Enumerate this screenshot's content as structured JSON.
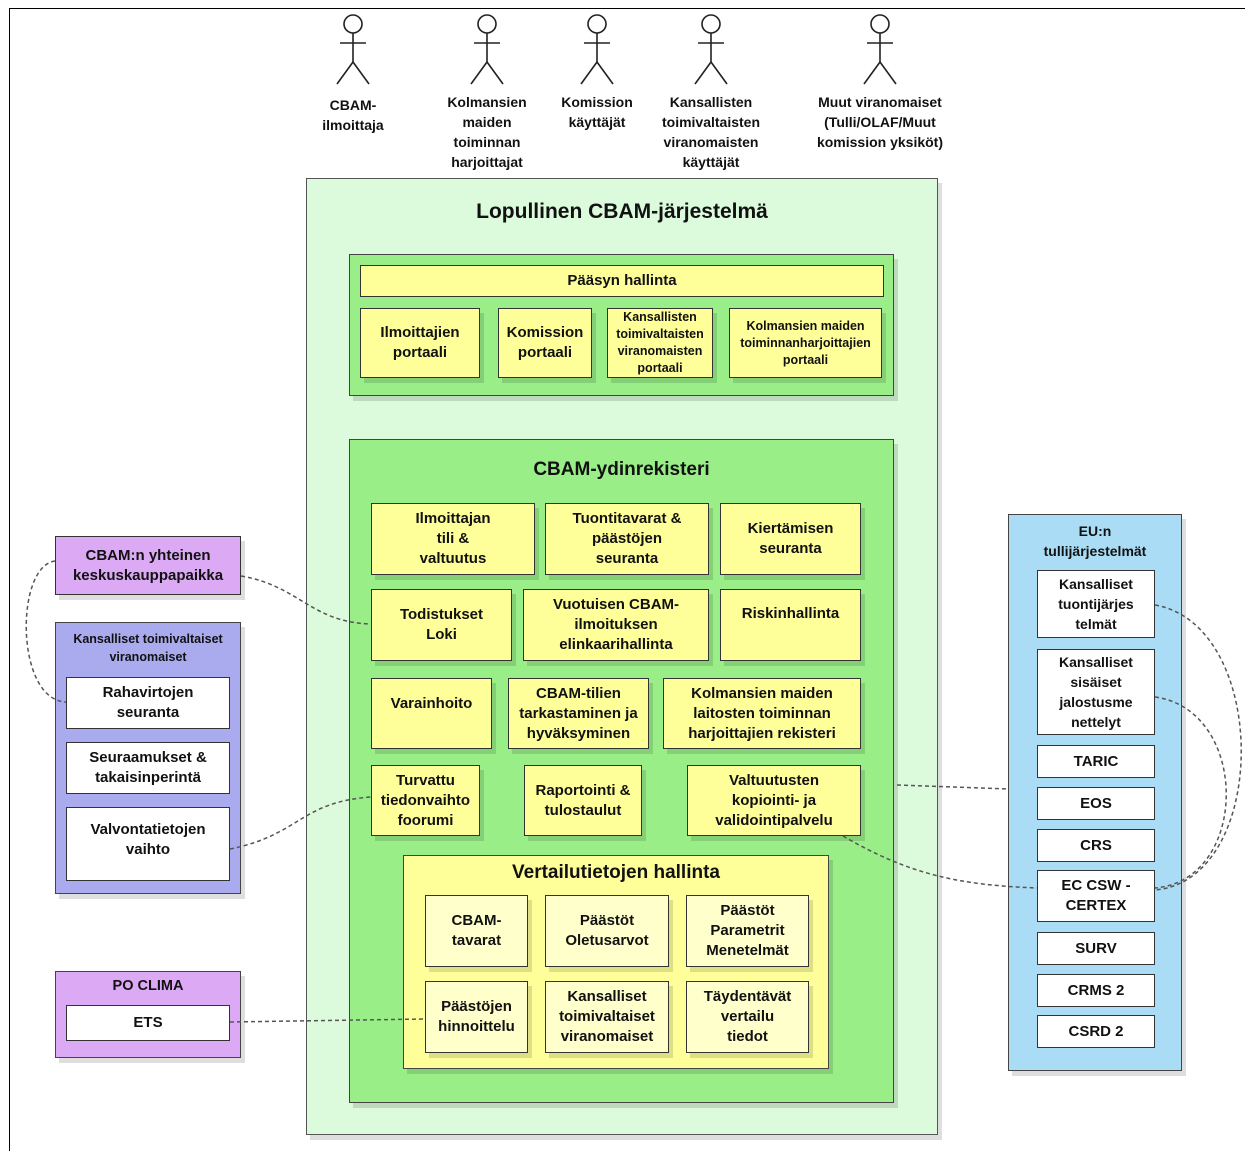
{
  "actors": [
    {
      "label": "CBAM-\nilmoittaja"
    },
    {
      "label": "Kolmansien\nmaiden\ntoiminnan\nharjoittajat"
    },
    {
      "label": "Komission\nkäyttäjät"
    },
    {
      "label": "Kansallisten\ntoimivaltaisten\nviranomaisten\nkäyttäjät"
    },
    {
      "label": "Muut viranomaiset\n(Tulli/OLAF/Muut\nkomission yksiköt)"
    }
  ],
  "system": {
    "title": "Lopullinen CBAM-järjestelmä",
    "access": {
      "title": "Pääsyn hallinta",
      "portals": [
        "Ilmoittajien\nportaali",
        "Komission\nportaali",
        "Kansallisten\ntoimivaltaisten\nviranomaisten\nportaali",
        "Kolmansien maiden\ntoiminnanharjoittajien\nportaali"
      ]
    },
    "core": {
      "title": "CBAM-ydinrekisteri",
      "modules": [
        "Ilmoittajan\ntili &\nvaltuutus",
        "Tuontitavarat &\npäästöjen\nseuranta",
        "Kiertämisen\nseuranta",
        "Todistukset\nLoki",
        "Vuotuisen CBAM-\nilmoituksen\nelinkaarihallinta",
        "Riskinhallinta",
        "Varainhoito",
        "CBAM-tilien\ntarkastaminen ja\nhyväksyminen",
        "Kolmansien maiden\nlaitosten toiminnan\nharjoittajien rekisteri",
        "Turvattu\ntiedonvaihto\nfoorumi",
        "Raportointi &\ntulostaulut",
        "Valtuutusten\nkopiointi- ja\nvalidointipalvelu"
      ],
      "reference": {
        "title": "Vertailutietojen hallinta",
        "items": [
          "CBAM-\ntavarat",
          "Päästöt\nOletusarvot",
          "Päästöt\nParametrit\nMenetelmät",
          "Päästöjen\nhinnoittelu",
          "Kansalliset\ntoimivaltaiset\nviranomaiset",
          "Täydentävät\nvertailu\ntiedot"
        ]
      }
    }
  },
  "left": {
    "marketplace": "CBAM:n yhteinen\nkeskuskauppapaikka",
    "authorities": {
      "title": "Kansalliset toimivaltaiset\nviranomaiset",
      "items": [
        "Rahavirtojen\nseuranta",
        "Seuraamukset &\ntakaisinperintä",
        "Valvontatietojen\nvaihto"
      ]
    },
    "poclima": {
      "title": "PO CLIMA",
      "items": [
        "ETS"
      ]
    }
  },
  "right": {
    "title": "EU:n\ntullijärjestelmät",
    "items": [
      "Kansalliset\ntuontijärjes\ntelmät",
      "Kansalliset\nsisäiset\njalostusme\nnettelyt",
      "TARIC",
      "EOS",
      "CRS",
      "EC CSW -\nCERTEX",
      "SURV",
      "CRMS 2",
      "CSRD 2"
    ]
  },
  "colors": {
    "outer": "#dcfadc",
    "core": "#99ee88",
    "yellow": "#ffff99",
    "lightyellow": "#ffffcc",
    "purple": "#dcaaf5",
    "lavender": "#aaaaee",
    "blue": "#aaddf5"
  }
}
